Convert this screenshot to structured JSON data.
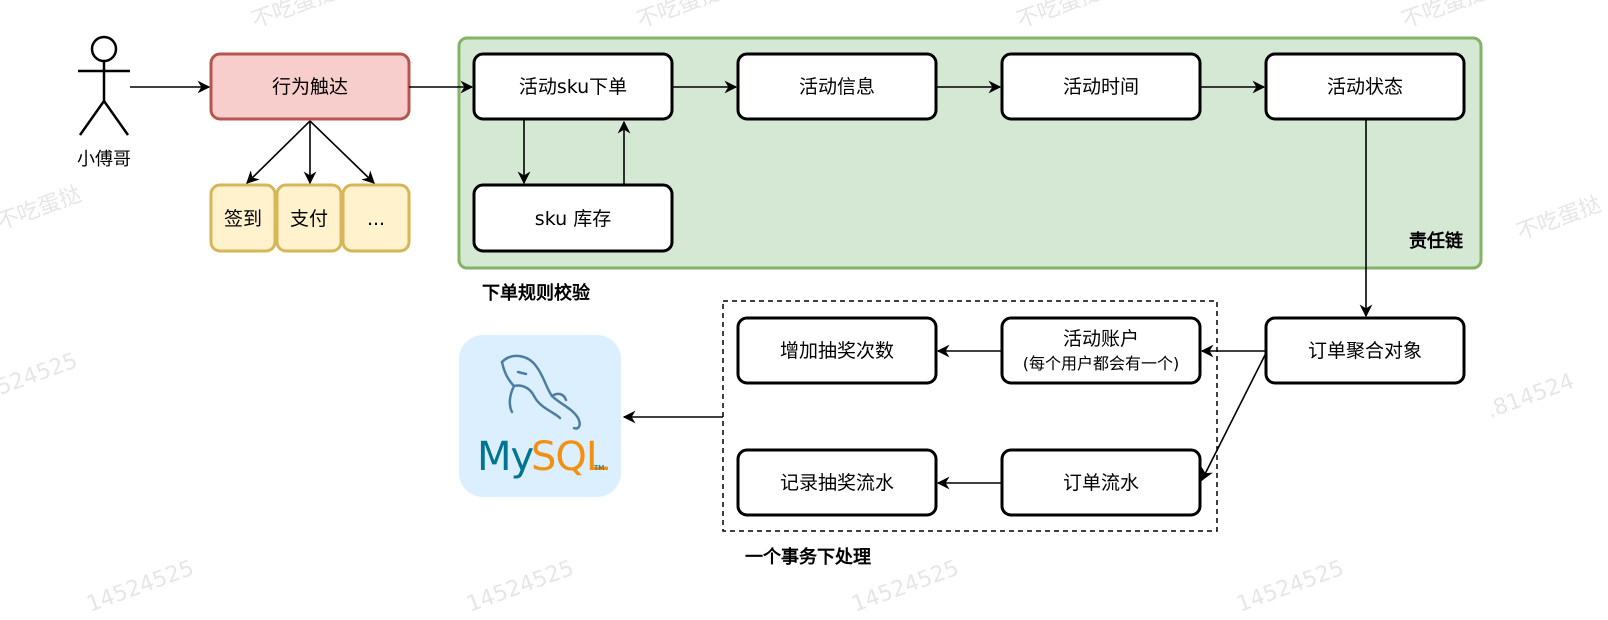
{
  "actor": {
    "label": "小傅哥"
  },
  "nodes": {
    "behavior": "行为触达",
    "sign_in": "签到",
    "pay": "支付",
    "more": "...",
    "sku_order": "活动sku下单",
    "sku_stock": "sku 库存",
    "activity_info": "活动信息",
    "activity_time": "活动时间",
    "activity_state": "活动状态",
    "order_aggregate": "订单聚合对象",
    "activity_account": "活动账户",
    "activity_account_note": "(每个用户都会有一个)",
    "order_flow": "订单流水",
    "add_draw_count": "增加抽奖次数",
    "record_draw_flow": "记录抽奖流水"
  },
  "groups": {
    "chain": "责任链",
    "order_rules": "下单规则校验",
    "transaction": "一个事务下处理"
  },
  "database": {
    "name_my": "My",
    "name_sql": "SQL",
    "tm": "TM",
    "icon": "mysql-dolphin-icon"
  },
  "watermarks": [
    "不吃蛋挞",
    "不吃蛋挞",
    "不吃蛋挞",
    "不吃蛋挞",
    "不吃蛋挞",
    "不吃蛋挞",
    "524525",
    ".814524",
    "14524525",
    "14524525",
    "14524525",
    "14524525"
  ],
  "colors": {
    "behavior_fill": "#f8cecc",
    "behavior_stroke": "#b85450",
    "channel_fill": "#fff2cc",
    "channel_stroke": "#d6b656",
    "chain_fill": "#d5e8d4",
    "chain_stroke": "#82b366",
    "mysql_bg": "#dcefff",
    "mysql_blue": "#00758f",
    "mysql_orange": "#f29111"
  }
}
